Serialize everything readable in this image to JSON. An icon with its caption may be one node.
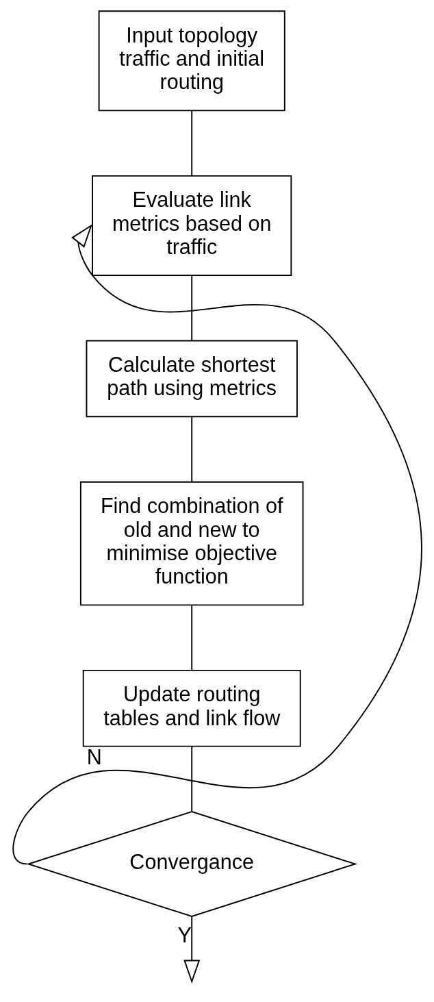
{
  "diagram": {
    "nodes": [
      {
        "text": [
          "Input topology traffic and initial routing"
        ]
      },
      {
        "text": [
          "Evaluate link metrics based on traffic"
        ]
      },
      {
        "text": [
          "Calculate shortest path using metrics"
        ]
      },
      {
        "text": [
          "Find combination of old and new to minimise objective function"
        ]
      },
      {
        "text": [
          "Update routing tables and link flow"
        ]
      },
      {
        "text": [
          "Convergance"
        ]
      }
    ],
    "edges": [
      {
        "from": 0,
        "to": 1,
        "arrow": "none"
      },
      {
        "from": 1,
        "to": 2,
        "arrow": "none"
      },
      {
        "from": 2,
        "to": 3,
        "arrow": "none"
      },
      {
        "from": 3,
        "to": 4,
        "arrow": "none"
      },
      {
        "from": 4,
        "to": 5,
        "arrow": "none"
      },
      {
        "from": 5,
        "to": 1,
        "arrow": "to",
        "label": "N"
      },
      {
        "from": 5,
        "to": null,
        "arrow": "to",
        "label": "Y"
      }
    ]
  }
}
